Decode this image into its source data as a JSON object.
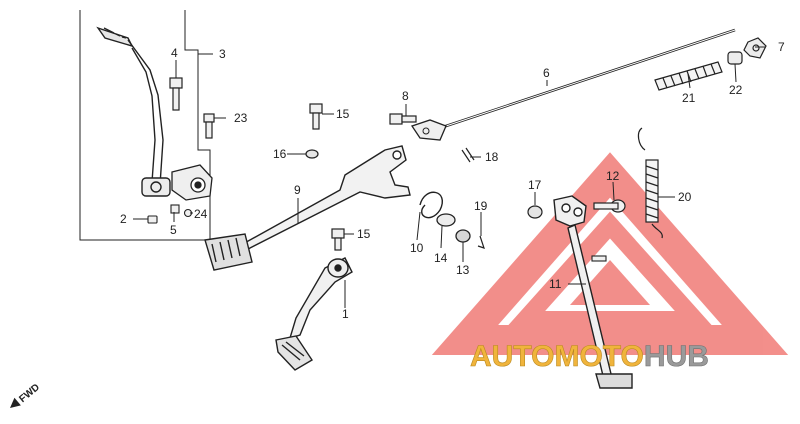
{
  "diagram": {
    "callouts": [
      {
        "id": "c1",
        "label": "1"
      },
      {
        "id": "c2",
        "label": "2"
      },
      {
        "id": "c3",
        "label": "3"
      },
      {
        "id": "c4",
        "label": "4"
      },
      {
        "id": "c5",
        "label": "5"
      },
      {
        "id": "c6",
        "label": "6"
      },
      {
        "id": "c7",
        "label": "7"
      },
      {
        "id": "c8",
        "label": "8"
      },
      {
        "id": "c9",
        "label": "9"
      },
      {
        "id": "c10",
        "label": "10"
      },
      {
        "id": "c11",
        "label": "11"
      },
      {
        "id": "c12",
        "label": "12"
      },
      {
        "id": "c13",
        "label": "13"
      },
      {
        "id": "c14",
        "label": "14"
      },
      {
        "id": "c15a",
        "label": "15"
      },
      {
        "id": "c15b",
        "label": "15"
      },
      {
        "id": "c16",
        "label": "16"
      },
      {
        "id": "c17",
        "label": "17"
      },
      {
        "id": "c18",
        "label": "18"
      },
      {
        "id": "c19",
        "label": "19"
      },
      {
        "id": "c20",
        "label": "20"
      },
      {
        "id": "c21",
        "label": "21"
      },
      {
        "id": "c22",
        "label": "22"
      },
      {
        "id": "c23",
        "label": "23"
      },
      {
        "id": "c24",
        "label": "24"
      }
    ],
    "fwd_label": "FWD"
  },
  "watermark": {
    "text_part1": "AUTOMOTO",
    "text_part2": "HUB",
    "color_primary": "#f0b43c",
    "color_secondary": "#9a9a9a",
    "logo_color": "#e9332c"
  },
  "colors": {
    "line": "#222222"
  }
}
